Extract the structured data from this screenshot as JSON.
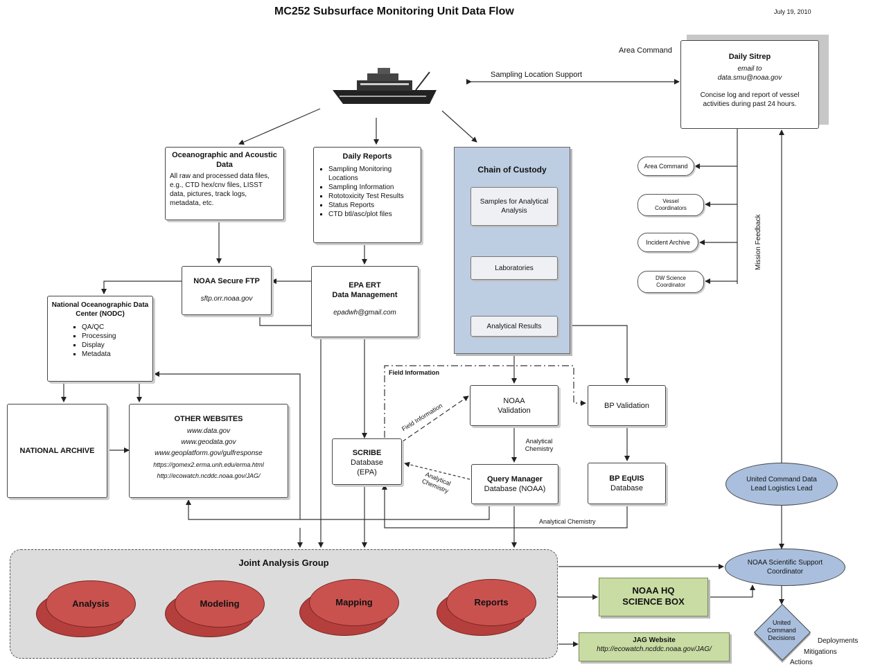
{
  "title": "MC252 Subsurface Monitoring Unit Data Flow",
  "date": "July 19, 2010",
  "area_command_label": "Area Command",
  "sitrep": {
    "title": "Daily Sitrep",
    "line1": "email to",
    "line2": "data.smu@noaa.gov",
    "body": "Concise log and report of vessel activities during past 24 hours."
  },
  "sampling_location_support": "Sampling Location Support",
  "ocean": {
    "title": "Oceanographic and Acoustic Data",
    "body": "All raw and processed data files, e.g., CTD hex/cnv files, LISST data, pictures, track logs, metadata, etc."
  },
  "daily_reports": {
    "title": "Daily Reports",
    "items": [
      "Sampling Monitoring Locations",
      "Sampling Information",
      "Rototoxicity Test Results",
      "Status Reports",
      "CTD btl/asc/plot files"
    ]
  },
  "coc": {
    "title": "Chain of Custody",
    "samples": "Samples for Analytical Analysis",
    "labs": "Laboratories",
    "results": "Analytical Results"
  },
  "pills": {
    "area_command": "Area Command",
    "vessel": "Vessel Coordinators",
    "incident": "Incident Archive",
    "dw": "DW Science Coordinator"
  },
  "mission_feedback": "Mission Feedback",
  "ftp": {
    "title": "NOAA Secure FTP",
    "addr": "sftp.orr.noaa.gov"
  },
  "epa": {
    "title1": "EPA ERT",
    "title2": "Data Management",
    "addr": "epadwh@gmail.com"
  },
  "nodc": {
    "title": "National Oceanographic Data Center (NODC)",
    "items": [
      "QA/QC",
      "Processing",
      "Display",
      "Metadata"
    ]
  },
  "national_archive": "NATIONAL ARCHIVE",
  "other": {
    "title": "OTHER WEBSITES",
    "sites": [
      "www.data.gov",
      "www.geodata.gov",
      "www.geoplatform.gov/gulfresponse",
      "https://gomex2.erma.unh.edu/erma.html",
      "http://ecowatch.ncddc.noaa.gov/JAG/"
    ]
  },
  "field_info_box": "Field Information",
  "field_info_arrow": "Field Information",
  "noaa_validation": "NOAA Validation",
  "bp_validation": "BP Validation",
  "scribe": {
    "title": "SCRIBE",
    "line2": "Database",
    "line3": "(EPA)"
  },
  "analytical_chem_1": "Analytical Chemistry",
  "analytical_chem_2": "Analytical Chemistry",
  "analytical_chem_3": "Analytical Chemistry",
  "qm": {
    "title": "Query Manager",
    "line2": "Database (NOAA)"
  },
  "bp_equis": {
    "title": "BP EqUIS",
    "line2": "Database"
  },
  "ucdl": "United Command Data Lead Logistics Lead",
  "jag": {
    "title": "Joint Analysis Group",
    "items": [
      "Analysis",
      "Modeling",
      "Mapping",
      "Reports"
    ]
  },
  "noaa_ssc": "NOAA Scientific Support Coordinator",
  "hq_box": {
    "line1": "NOAA HQ",
    "line2": "SCIENCE BOX"
  },
  "jag_website": {
    "title": "JAG Website",
    "url": "http://ecowatch.ncddc.noaa.gov/JAG/"
  },
  "ucd": "United Command Decisions",
  "outcomes": [
    "Deployments",
    "Mitigations",
    "Actions"
  ],
  "colors": {
    "blue_panel": "#bdcde2",
    "blue_ellipse": "#a9bfdd",
    "red_oval": "#c9524f",
    "green_box": "#c9dca4",
    "gray_panel": "#dcdcdc"
  }
}
